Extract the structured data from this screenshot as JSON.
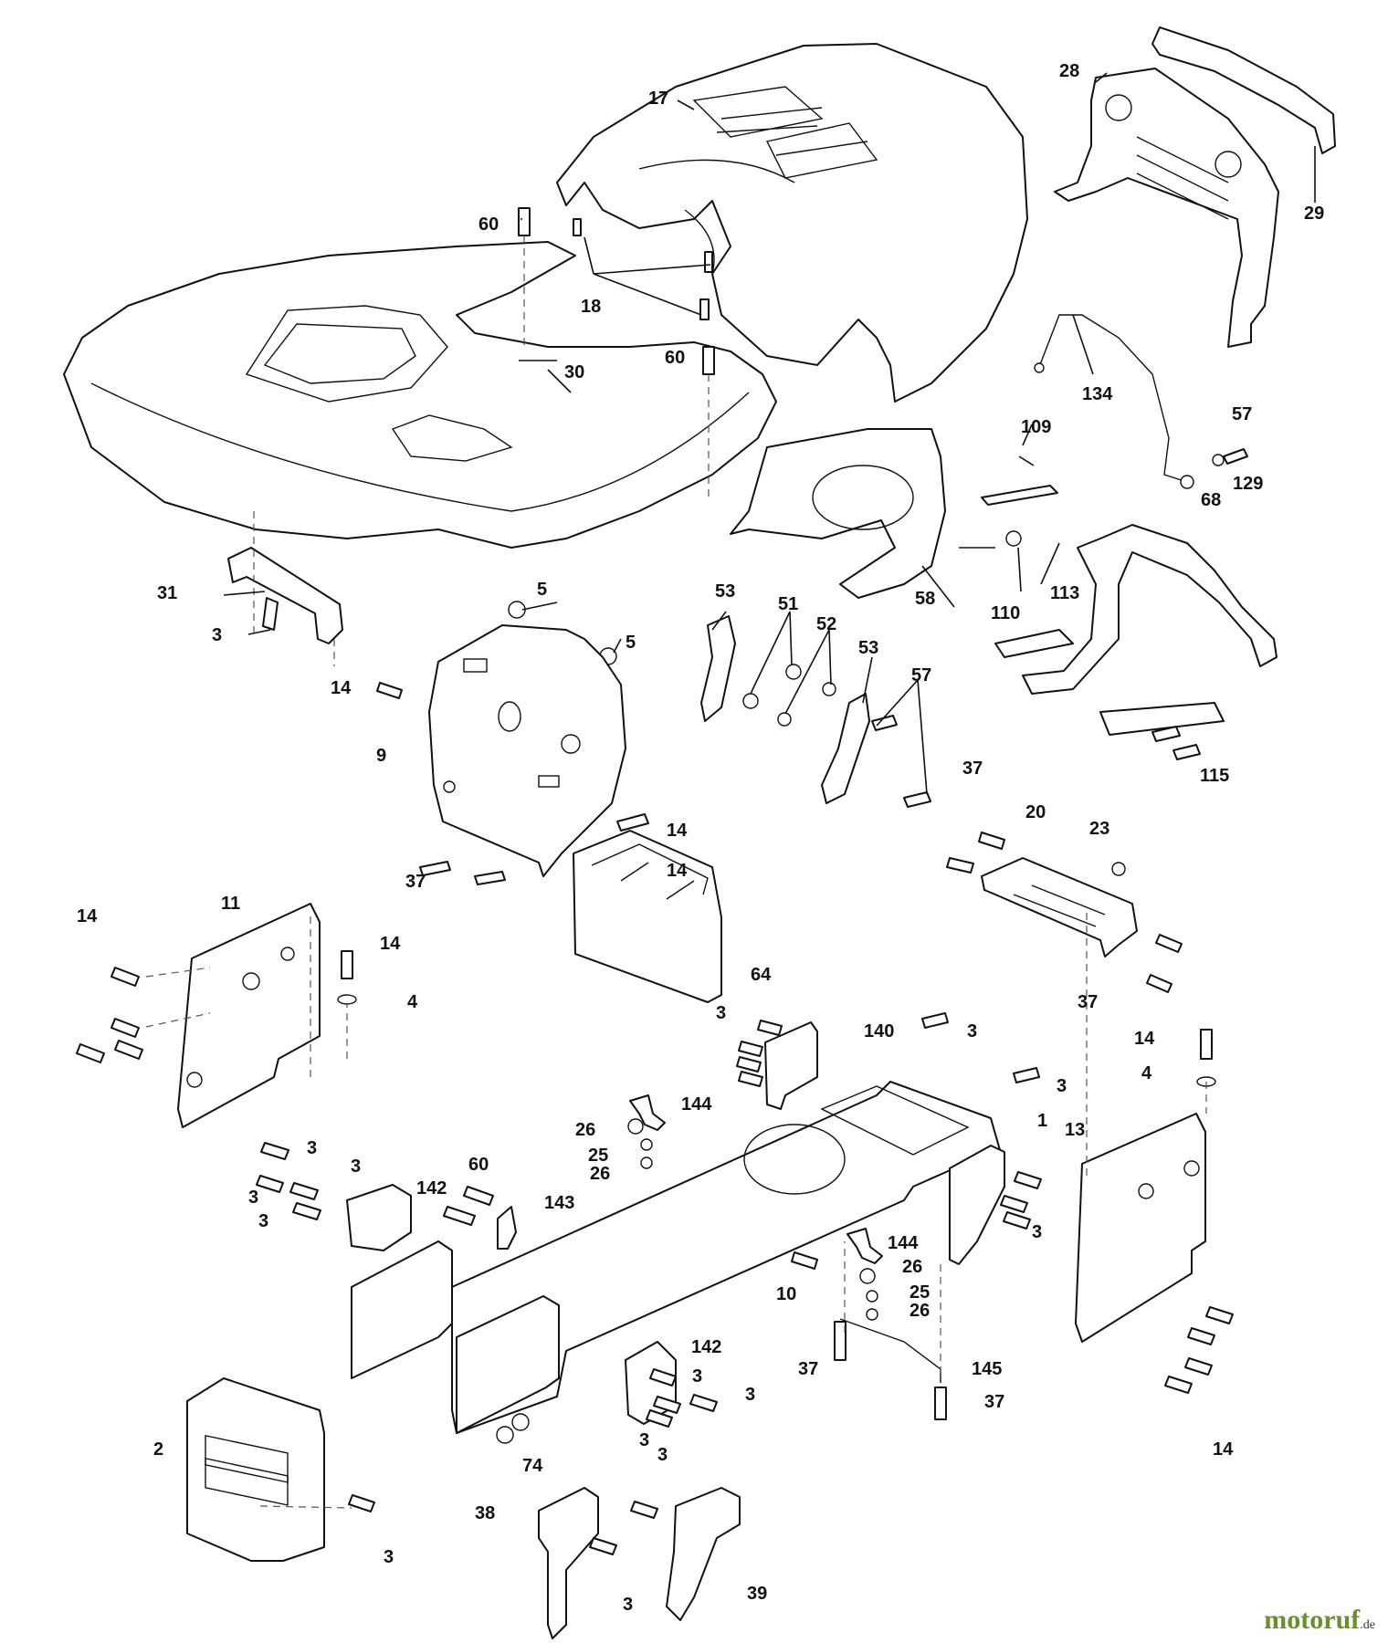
{
  "labels": {
    "p17": "17",
    "p28": "28",
    "p29": "29",
    "p60a": "60",
    "p18": "18",
    "p60b": "60",
    "p30": "30",
    "p134": "134",
    "p109": "109",
    "p57a": "57",
    "p129": "129",
    "p68": "68",
    "p113": "113",
    "p110": "110",
    "p58": "58",
    "p31": "31",
    "p3a": "3",
    "p5a": "5",
    "p5b": "5",
    "p53a": "53",
    "p51": "51",
    "p52": "52",
    "p53b": "53",
    "p57b": "57",
    "p14a": "14",
    "p9": "9",
    "p115": "115",
    "p37a": "37",
    "p20": "20",
    "p23": "23",
    "p14b": "14",
    "p14c": "14",
    "p37b": "37",
    "p11": "11",
    "p14d": "14",
    "p14e": "14",
    "p4a": "4",
    "p64": "64",
    "p37c": "37",
    "p3b": "3",
    "p140": "140",
    "p3c": "3",
    "p14f": "14",
    "p4b": "4",
    "p3d": "3",
    "p144a": "144",
    "p1": "1",
    "p26a": "26",
    "p25a": "25",
    "p26b": "26",
    "p13": "13",
    "p3e": "3",
    "p60c": "60",
    "p3f": "3",
    "p142a": "142",
    "p3g": "3",
    "p3h": "3",
    "p143": "143",
    "p3i": "3",
    "p144b": "144",
    "p26c": "26",
    "p10": "10",
    "p25b": "25",
    "p26d": "26",
    "p142b": "142",
    "p3j": "3",
    "p3k": "3",
    "p37d": "37",
    "p145": "145",
    "p37e": "37",
    "p2": "2",
    "p74": "74",
    "p3l": "3",
    "p3m": "3",
    "p14g": "14",
    "p3n": "3",
    "p38": "38",
    "p39": "39",
    "p3o": "3"
  },
  "watermark": {
    "brand": "motoruf",
    "suffix": ".de",
    "color": "#6b8f2a"
  }
}
